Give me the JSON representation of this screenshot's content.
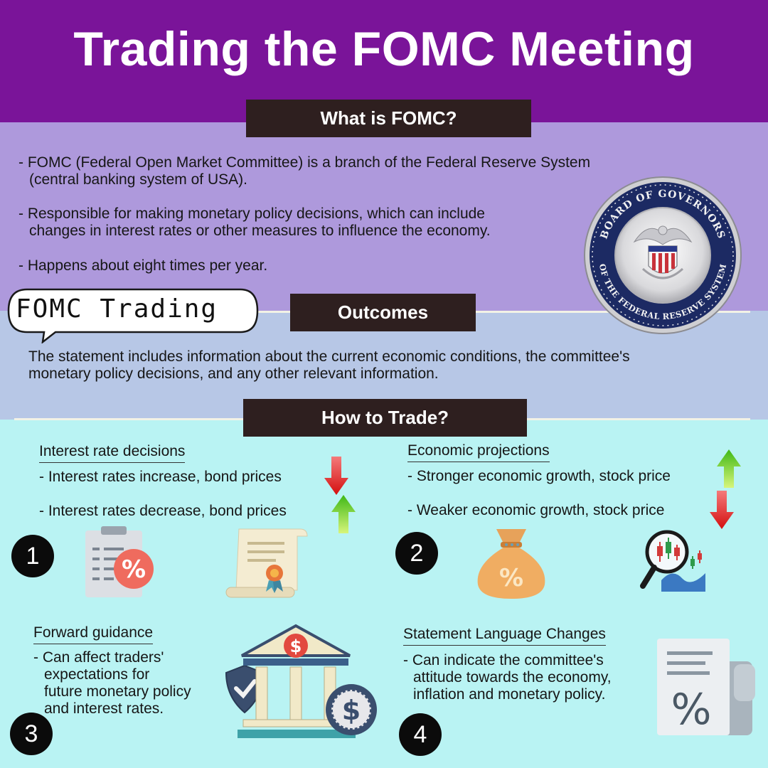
{
  "title": "Trading the FOMC Meeting",
  "what": {
    "label": "What is FOMC?",
    "bullets": [
      {
        "line1": "- FOMC (Federal Open Market Committee) is a branch of the Federal Reserve System",
        "line2": "(central banking system of USA)."
      },
      {
        "line1": "- Responsible for making monetary policy decisions, which can include",
        "line2": "changes in interest rates or other measures to influence the economy."
      },
      {
        "line1": "- Happens about eight times per year."
      }
    ],
    "seal": {
      "top_text": "BOARD OF GOVERNORS",
      "bottom_text": "OF THE FEDERAL RESERVE SYSTEM"
    }
  },
  "bubble": {
    "text": "FOMC Trading"
  },
  "outcomes": {
    "label": "Outcomes",
    "line1": "The statement includes information about the current economic conditions, the committee's",
    "line2": "monetary policy decisions, and any other relevant information."
  },
  "trade": {
    "label": "How to Trade?",
    "items": [
      {
        "number": "1",
        "heading": "Interest rate decisions",
        "line1": "- Interest rates increase, bond prices",
        "line2": "- Interest rates decrease, bond prices",
        "arrow1": "down",
        "arrow2": "up"
      },
      {
        "number": "2",
        "heading": "Economic projections",
        "line1": "- Stronger economic growth, stock price",
        "line2": "- Weaker economic growth, stock price",
        "arrow1": "up",
        "arrow2": "down"
      },
      {
        "number": "3",
        "heading": "Forward guidance",
        "lines": [
          "- Can affect traders'",
          "expectations for",
          "future monetary policy",
          "and interest rates."
        ]
      },
      {
        "number": "4",
        "heading": "Statement Language Changes",
        "lines": [
          "- Can indicate the committee's",
          "attitude towards the economy,",
          "inflation and monetary policy."
        ]
      }
    ]
  },
  "colors": {
    "header": "#7a1499",
    "what_bg": "#ae99dc",
    "outcomes_bg": "#b7c7e6",
    "trade_bg": "#b9f3f3",
    "label_bg": "#2e1f1f",
    "arrow_up": "#5fcf1a",
    "arrow_down": "#e01c1c"
  }
}
